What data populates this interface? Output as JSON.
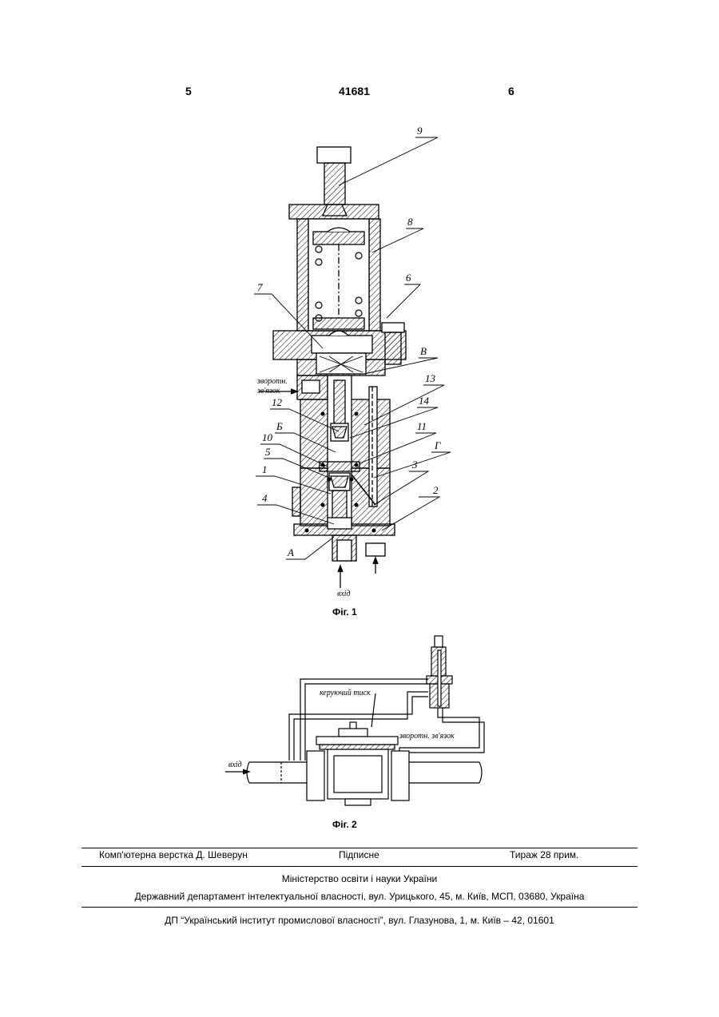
{
  "header": {
    "page_left": "5",
    "patent_number": "41681",
    "page_right": "6"
  },
  "figure1": {
    "caption": "Фіг. 1",
    "part_labels": [
      "9",
      "8",
      "6",
      "7",
      "В",
      "13",
      "14",
      "12",
      "Б",
      "11",
      "Г",
      "10",
      "5",
      "3",
      "1",
      "2",
      "4",
      "А"
    ],
    "feedback_label_line1": "зворотн.",
    "feedback_label_line2": "зв'язок",
    "inlet_label": "вхід"
  },
  "figure2": {
    "caption": "Фіг. 2",
    "control_pressure_label": "керуючий тиск",
    "feedback_label": "зворотн. зв'язок",
    "inlet_label": "вхід"
  },
  "footer": {
    "layout": "Комп'ютерна верстка Д. Шеверун",
    "signed": "Підписне",
    "circulation": "Тираж 28 прим.",
    "ministry": "Міністерство освіти і науки України",
    "department": "Державний департамент інтелектуальної власності, вул. Урицького, 45, м. Київ, МСП, 03680, Україна",
    "institute": "ДП “Український інститут промислової власності”, вул. Глазунова, 1, м. Київ – 42, 01601"
  }
}
